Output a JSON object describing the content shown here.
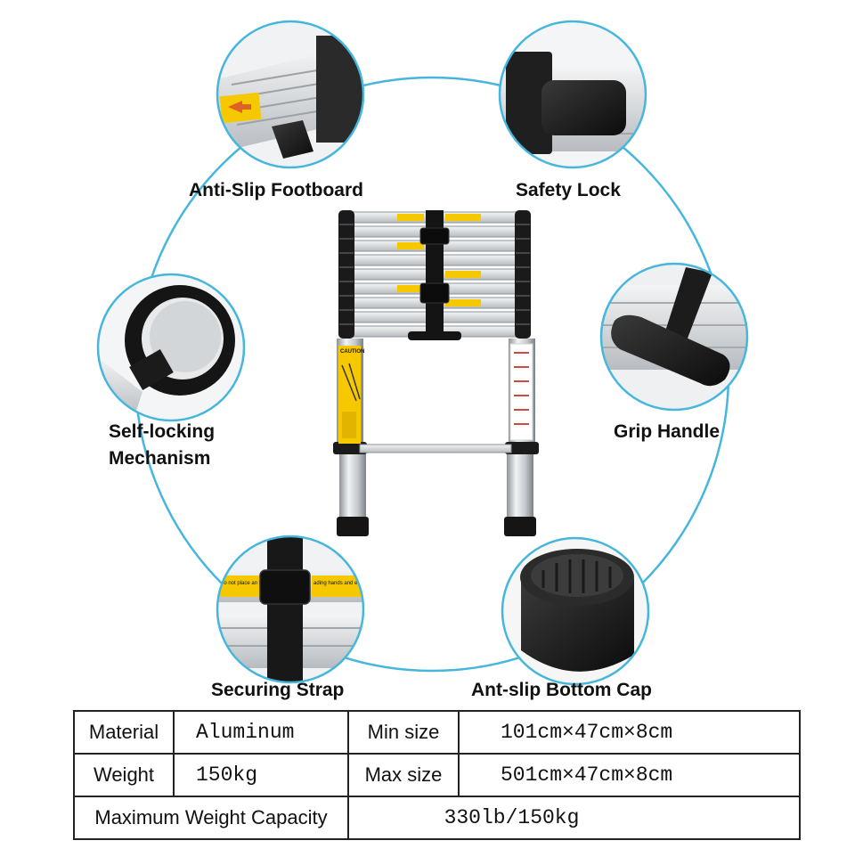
{
  "features": {
    "footboard": "Anti-Slip Footboard",
    "lock": "Safety Lock",
    "mechanism_line1": "Self-locking",
    "mechanism_line2": "Mechanism",
    "handle": "Grip Handle",
    "strap": "Securing Strap",
    "cap": "Ant-slip Bottom Cap"
  },
  "warnings": {
    "caution": "CAUTION",
    "strap_left": "Do not place an fingers, betwe",
    "strap_right": "ading hands and en using the ladder."
  },
  "specs": {
    "material_label": "Material",
    "material_value": "Aluminum",
    "min_label": "Min size",
    "min_value": "101cm×47cm×8cm",
    "weight_label": "Weight",
    "weight_value": "150kg",
    "max_label": "Max size",
    "max_value": "501cm×47cm×8cm",
    "capacity_label": "Maximum Weight Capacity",
    "capacity_value": "330lb/150kg"
  },
  "colors": {
    "ring": "#46b6dc",
    "caution_yellow": "#f5c800",
    "aluminum": "#c9ccd0",
    "black_parts": "#1b1b1b"
  }
}
